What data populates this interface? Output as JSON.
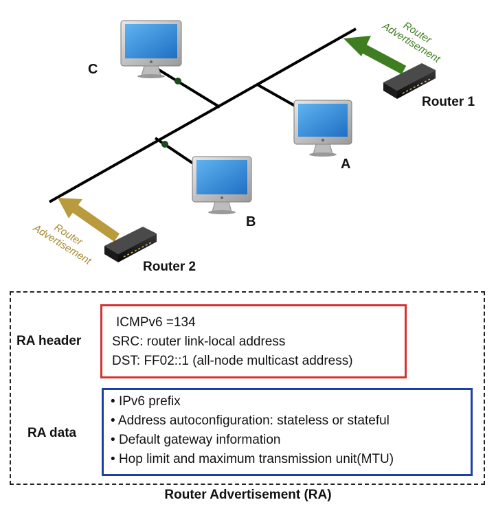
{
  "diagram": {
    "hosts": {
      "a": "A",
      "b": "B",
      "c": "C"
    },
    "routers": {
      "router1": "Router 1",
      "router2": "Router 2"
    },
    "advertisement_line1": "Router",
    "advertisement_line2": "Advertisement",
    "colors": {
      "router1_arrow": "#3f7d21",
      "router2_arrow": "#b99a3c",
      "screen": "#2f8be0"
    }
  },
  "ra": {
    "header_label": "RA header",
    "header_lines": [
      "ICMPv6 =134",
      "SRC: router link-local address",
      "DST: FF02::1 (all-node multicast address)"
    ],
    "data_label": "RA data",
    "data_items": [
      "IPv6 prefix",
      "Address autoconfiguration: stateless or stateful",
      "Default gateway information",
      "Hop limit and maximum transmission unit(MTU)"
    ],
    "caption": "Router Advertisement (RA)",
    "colors": {
      "header_border": "#d5312f",
      "data_border": "#1d3fa6"
    }
  }
}
